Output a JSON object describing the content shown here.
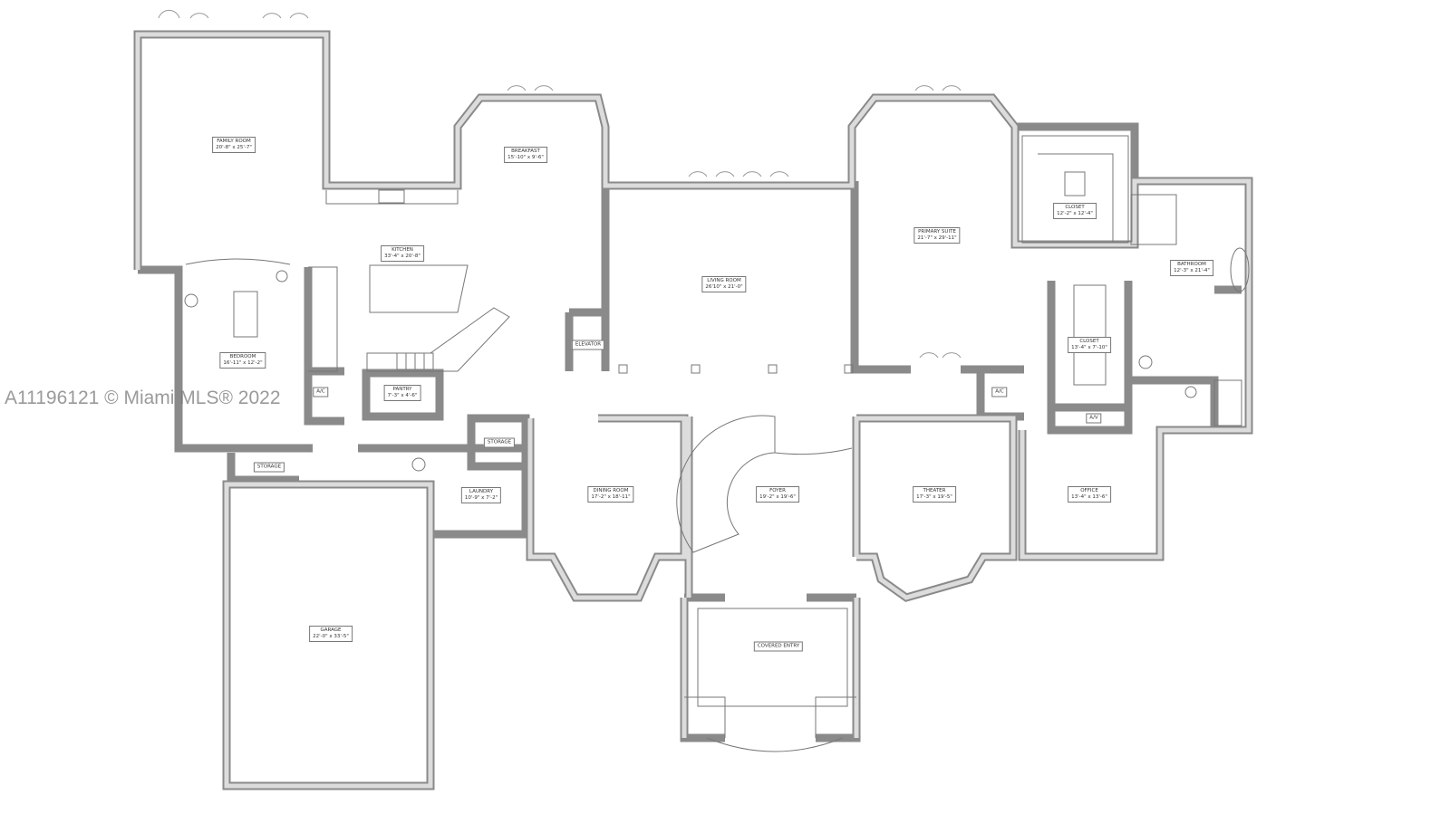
{
  "rooms": {
    "family_room": {
      "name": "FAMILY ROOM",
      "size": "20'-8\" x 25'-7\""
    },
    "breakfast": {
      "name": "BREAKFAST",
      "size": "15'-10\" x 9'-6\""
    },
    "kitchen": {
      "name": "KITCHEN",
      "size": "33'-4\" x 20'-8\""
    },
    "living_room": {
      "name": "LIVING ROOM",
      "size": "26'10\" x 21'-0\""
    },
    "primary_suite": {
      "name": "PRIMARY SUITE",
      "size": "21'-7\" x 29'-11\""
    },
    "closet_primary": {
      "name": "CLOSET",
      "size": "12'-2\" x 12'-4\""
    },
    "bathroom": {
      "name": "BATHROOM",
      "size": "12'-3\" x 21'-4\""
    },
    "closet_second": {
      "name": "CLOSET",
      "size": "13'-4\" x 7'-10\""
    },
    "elevator": {
      "name": "ELEVATOR"
    },
    "ac_west": {
      "name": "A/C"
    },
    "ac_east": {
      "name": "A/C"
    },
    "av": {
      "name": "A/V"
    },
    "bedroom": {
      "name": "BEDROOM",
      "size": "16'-11\" x 12'-2\""
    },
    "pantry": {
      "name": "PANTRY",
      "size": "7'-3\" x 4'-6\""
    },
    "storage_north": {
      "name": "STORAGE"
    },
    "storage_west": {
      "name": "STORAGE"
    },
    "laundry": {
      "name": "LAUNDRY",
      "size": "10'-9\" x 7'-2\""
    },
    "dining_room": {
      "name": "DINING ROOM",
      "size": "17'-2\" x 18'-11\""
    },
    "foyer": {
      "name": "FOYER",
      "size": "19'-2\" x 19'-6\""
    },
    "theater": {
      "name": "THEATER",
      "size": "17'-3\" x 19'-5\""
    },
    "office": {
      "name": "OFFICE",
      "size": "13'-4\" x 13'-6\""
    },
    "garage": {
      "name": "GARAGE",
      "size": "22'-0\" x 33'-5\""
    },
    "covered_entry": {
      "name": "COVERED ENTRY"
    }
  },
  "watermark": "A11196121 © Miami MLS® 2022",
  "colors": {
    "wall_outline": "#8a8a8a",
    "wall_fill": "#dcdcdc",
    "label_border": "#777777"
  }
}
